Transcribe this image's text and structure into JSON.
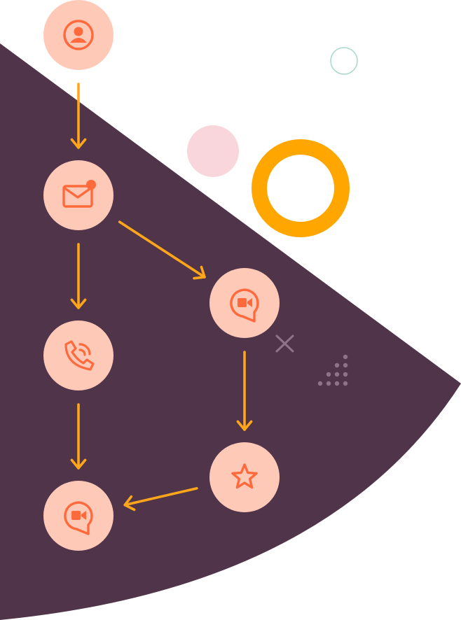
{
  "colors": {
    "background": "#ffffff",
    "shape": "#50344A",
    "node_fill": "#FFC9B7",
    "icon": "#FF6A3D",
    "arrow": "#FFA61A",
    "ring": "#FFA600",
    "pink_dot": "#F9D6DC",
    "mint_ring": "#A8D9C9",
    "decor_light": "#8E7389"
  },
  "nodes": [
    {
      "id": "start",
      "icon": "user-profile-icon"
    },
    {
      "id": "email",
      "icon": "mail-notification-icon"
    },
    {
      "id": "video-1",
      "icon": "video-chat-icon"
    },
    {
      "id": "call",
      "icon": "phone-call-icon"
    },
    {
      "id": "review",
      "icon": "star-icon"
    },
    {
      "id": "video-2",
      "icon": "video-chat-icon"
    }
  ],
  "edges": [
    {
      "from": "start",
      "to": "email"
    },
    {
      "from": "email",
      "to": "call"
    },
    {
      "from": "email",
      "to": "video-1"
    },
    {
      "from": "call",
      "to": "video-2"
    },
    {
      "from": "video-1",
      "to": "review"
    },
    {
      "from": "review",
      "to": "video-2"
    }
  ]
}
